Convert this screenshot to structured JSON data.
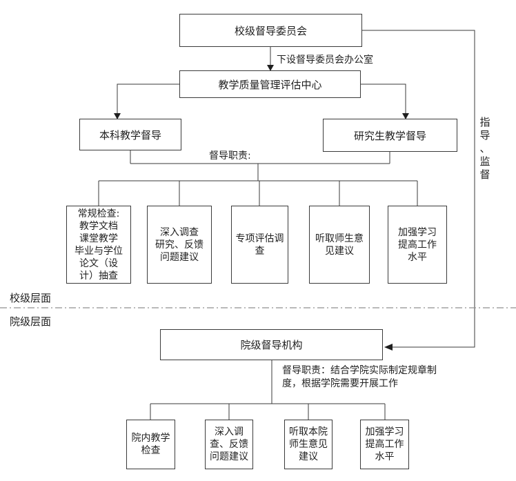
{
  "diagram": {
    "school_level_label": "校级层面",
    "college_level_label": "院级层面",
    "guide_supervise_label": "指\n导\n、\n监\n督",
    "school": {
      "committee": "校级督导委员会",
      "office_note": "下设督导委员会办公室",
      "center": "教学质量管理评估中心",
      "undergrad": "本科教学督导",
      "grad": "研究生教学督导",
      "duties_label": "督导职责:",
      "duties": [
        "常规检查:\n教学文档\n课堂教学\n毕业与学位\n论文（设\n计）抽查",
        "深入调查\n研究、反馈\n问题建议",
        "专项评估调\n查",
        "听取师生意\n见建议",
        "加强学习\n提高工作\n水平"
      ]
    },
    "college": {
      "org": "院级督导机构",
      "duties_note": "督导职责：结合学院实际制定规章制\n度，根据学院需要开展工作",
      "duties": [
        "院内教学\n检查",
        "深入调\n查、反馈\n问题建议",
        "听取本院\n师生意见\n建议",
        "加强学习\n提高工作\n水平"
      ]
    },
    "colors": {
      "line": "#3a3a3a",
      "divider": "#8f8f8f",
      "background": "#ffffff",
      "text": "#1f1f1f"
    }
  }
}
